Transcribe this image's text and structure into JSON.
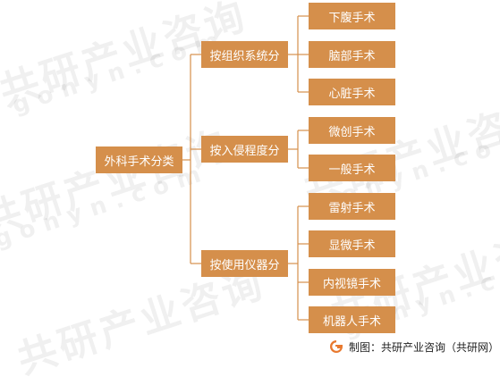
{
  "watermark": {
    "chinese": "共研产业咨询",
    "latin": "gonyn.com"
  },
  "root": {
    "label": "外科手术分类"
  },
  "groups": [
    {
      "label": "按组织系统分",
      "leaves": [
        "下腹手术",
        "脑部手术",
        "心脏手术"
      ]
    },
    {
      "label": "按入侵程度分",
      "leaves": [
        "微创手术",
        "一般手术"
      ]
    },
    {
      "label": "按使用仪器分",
      "leaves": [
        "雷射手术",
        "显微手术",
        "内视镜手术",
        "机器人手术"
      ]
    }
  ],
  "footer": {
    "credit": "制图：共研产业咨询（共研网）"
  },
  "colors": {
    "box": "#d58f4b",
    "line": "#d58f4b",
    "logo": "#e8792f"
  }
}
